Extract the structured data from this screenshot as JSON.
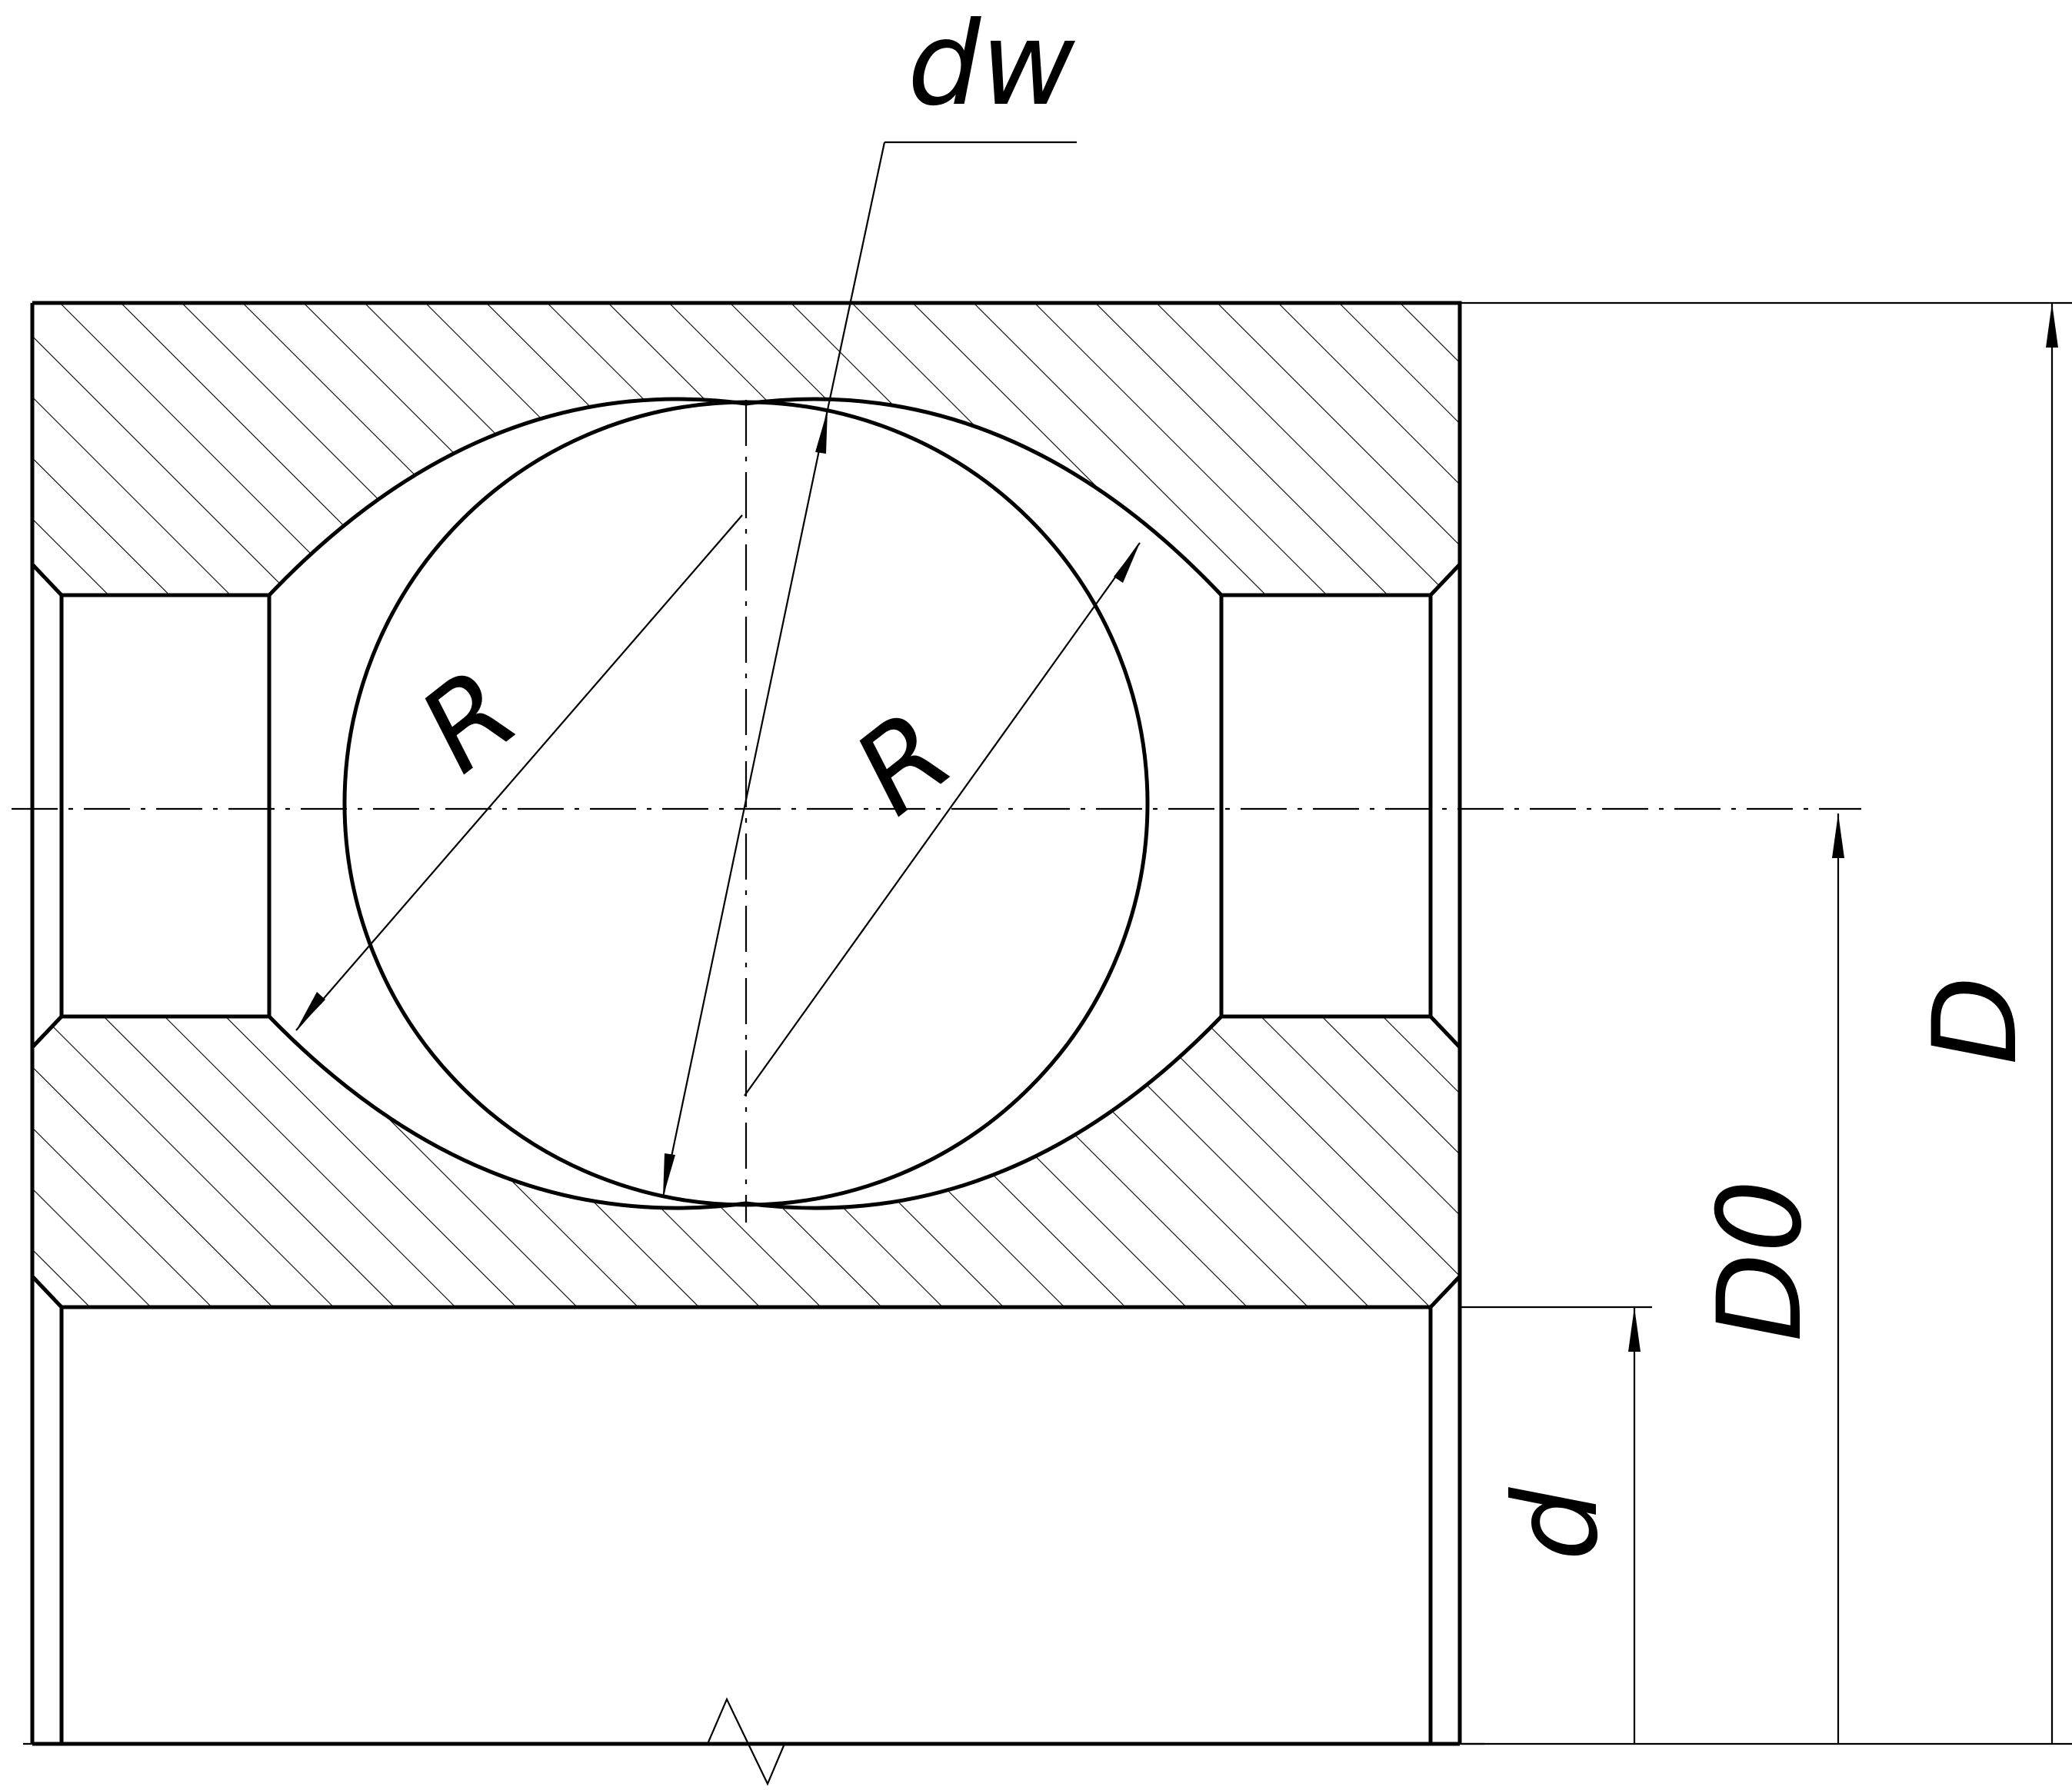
{
  "labels": {
    "dw": "dw",
    "r_left": "R",
    "r_right": "R",
    "d_outer": "D",
    "d_pitch": "D0",
    "d_bore": "d"
  }
}
